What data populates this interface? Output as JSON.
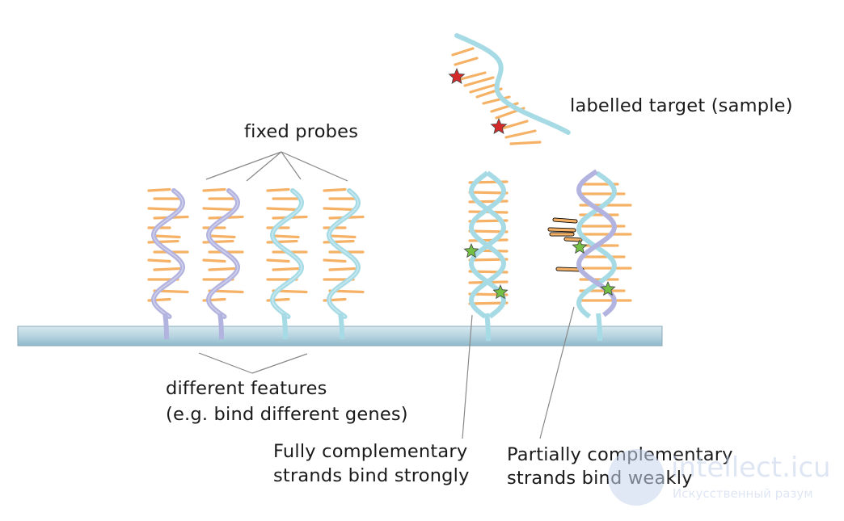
{
  "labels": {
    "fixed_probes": "fixed probes",
    "labelled_target": "labelled target (sample)",
    "different_features_1": "different features",
    "different_features_2": "(e.g. bind different genes)",
    "fully_complementary_1": "Fully complementary",
    "fully_complementary_2": "strands bind strongly",
    "partially_complementary_1": "Partially complementary",
    "partially_complementary_2": "strands bind weakly"
  },
  "watermark": {
    "title": "intellect.icu",
    "subtitle": "Искусственный разум"
  },
  "colors": {
    "probe_lavender": "#b3b3df",
    "probe_cyan": "#a6dbe6",
    "base_orange": "#f5b267",
    "dark_base": "#1c1c1c",
    "star_red": "#d42a2a",
    "star_green": "#74c045",
    "slide_top": "#cce0e9",
    "slide_bottom": "#98bfd0",
    "pointer_line": "#888888"
  },
  "icons": {
    "fluorescent_label_red": "star-icon",
    "fluorescent_label_green": "star-icon"
  }
}
